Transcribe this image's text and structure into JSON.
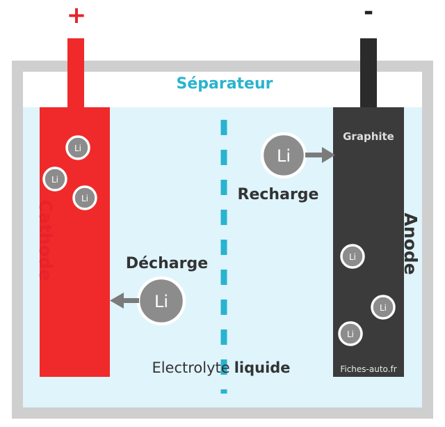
{
  "terminals": {
    "positive": "+",
    "negative": "-"
  },
  "labels": {
    "separator": "Séparateur",
    "graphite": "Graphite",
    "recharge": "Recharge",
    "decharge": "Décharge",
    "cathode": "Cathode",
    "anode": "Anode",
    "electrolyte_prefix": "Electrolyte",
    "electrolyte_bold": "liquide",
    "watermark": "Fiches-auto.fr"
  },
  "ion_label": "Li",
  "colors": {
    "cathode": "#f02a2a",
    "positive": "#e8222a",
    "anode": "#3b3b3b",
    "negative_terminal": "#2b2b2b",
    "electrolyte": "#dff4fb",
    "separator": "#2ab3cf",
    "casing": "#cfcfcf",
    "ion": "#8c8c8c",
    "arrow": "#7b7b7b",
    "text_dark": "#333333"
  }
}
